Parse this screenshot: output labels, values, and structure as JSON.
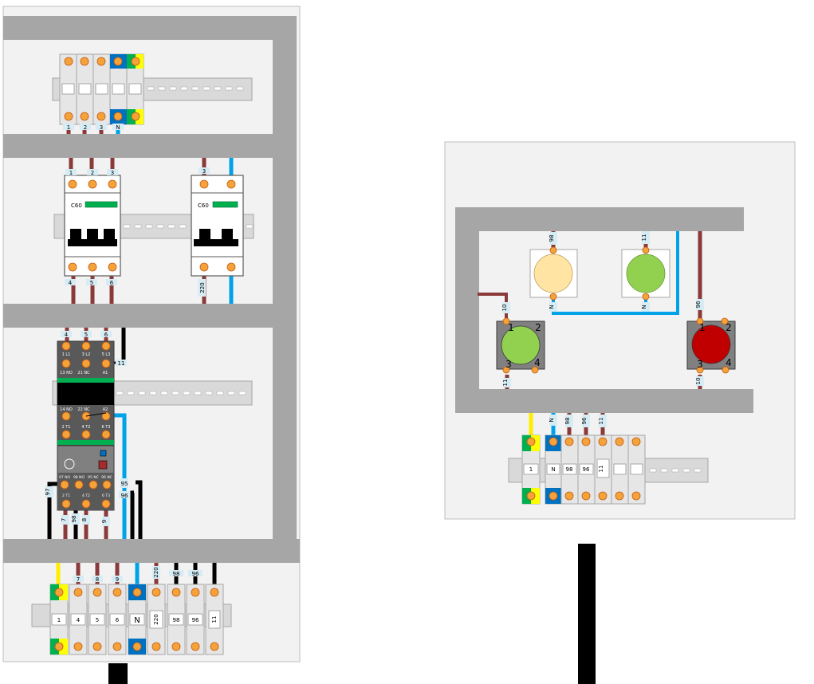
{
  "colors": {
    "panel": "#f2f2f2",
    "duct": "#a6a6a6",
    "rail": "#d9d9d9",
    "terminal_grey": "#e6e6e6",
    "neutral_blue": "#0070c0",
    "earth_green": "#00b050",
    "earth_yellow": "#ffff00",
    "screw": "#f4a23a",
    "wire_brown": "#8b3a3a",
    "wire_blue": "#00a2e8",
    "wire_black": "#000000",
    "wire_yellow": "#ffee00",
    "breaker_green": "#00b050",
    "lamp_amber": "#ffe4a3",
    "lamp_green": "#92d050",
    "button_green": "#92d050",
    "button_red": "#c00000",
    "contactor_body": "#595959",
    "wire_tag": "#d6ecf5"
  },
  "left_panel": {
    "top_terminals": {
      "bottom_labels": [
        "1",
        "2",
        "3",
        "N"
      ]
    },
    "breaker_3p": {
      "model": "C60",
      "top_labels": [
        "1",
        "2",
        "3"
      ],
      "bottom_labels": [
        "4",
        "5",
        "6"
      ]
    },
    "breaker_1p": {
      "model": "C60",
      "top_label": "3",
      "bottom_label": "220"
    },
    "contactor": {
      "input_labels": [
        "4",
        "5",
        "6"
      ],
      "side_label": "11",
      "row_1": [
        "1 L1",
        "3 L2",
        "5 L3"
      ],
      "row_2": [
        "13 NO",
        "21 NC",
        "A1"
      ],
      "row_3": [
        "14 NO",
        "22 NC",
        "A2"
      ],
      "row_4": [
        "2 T1",
        "4 T2",
        "6 T3"
      ]
    },
    "overload_relay": {
      "aux_row": [
        "97 NO",
        "98 NO",
        "95 NC",
        "96 NC"
      ],
      "output_row": [
        "2 T1",
        "4 T2",
        "6 T3"
      ],
      "wire_labels_right": [
        "95",
        "96"
      ],
      "wire_label_left": "97",
      "bottom_labels": [
        "7",
        "98",
        "8",
        "9"
      ]
    },
    "bottom_terminals": {
      "wire_labels": [
        "7",
        "8",
        "9",
        "220",
        "98",
        "96"
      ],
      "labels": [
        "1",
        "4",
        "5",
        "6",
        "N",
        "220",
        "98",
        "96",
        "11"
      ]
    }
  },
  "right_panel": {
    "lamp_1": {
      "wire_top": "98",
      "wire_bottom": "N"
    },
    "lamp_2": {
      "wire_top": "11",
      "wire_bottom": "N"
    },
    "button_start": {
      "wire_top": "10",
      "wire_bottom": "11",
      "contacts": [
        "1",
        "2",
        "3",
        "4"
      ]
    },
    "button_stop": {
      "wire_top": "96",
      "wire_bottom": "10",
      "contacts": [
        "1",
        "2",
        "3",
        "4"
      ]
    },
    "terminal_wire_labels": [
      "N",
      "98",
      "96",
      "11"
    ],
    "terminals": [
      "1",
      "N",
      "98",
      "96",
      "11"
    ]
  }
}
